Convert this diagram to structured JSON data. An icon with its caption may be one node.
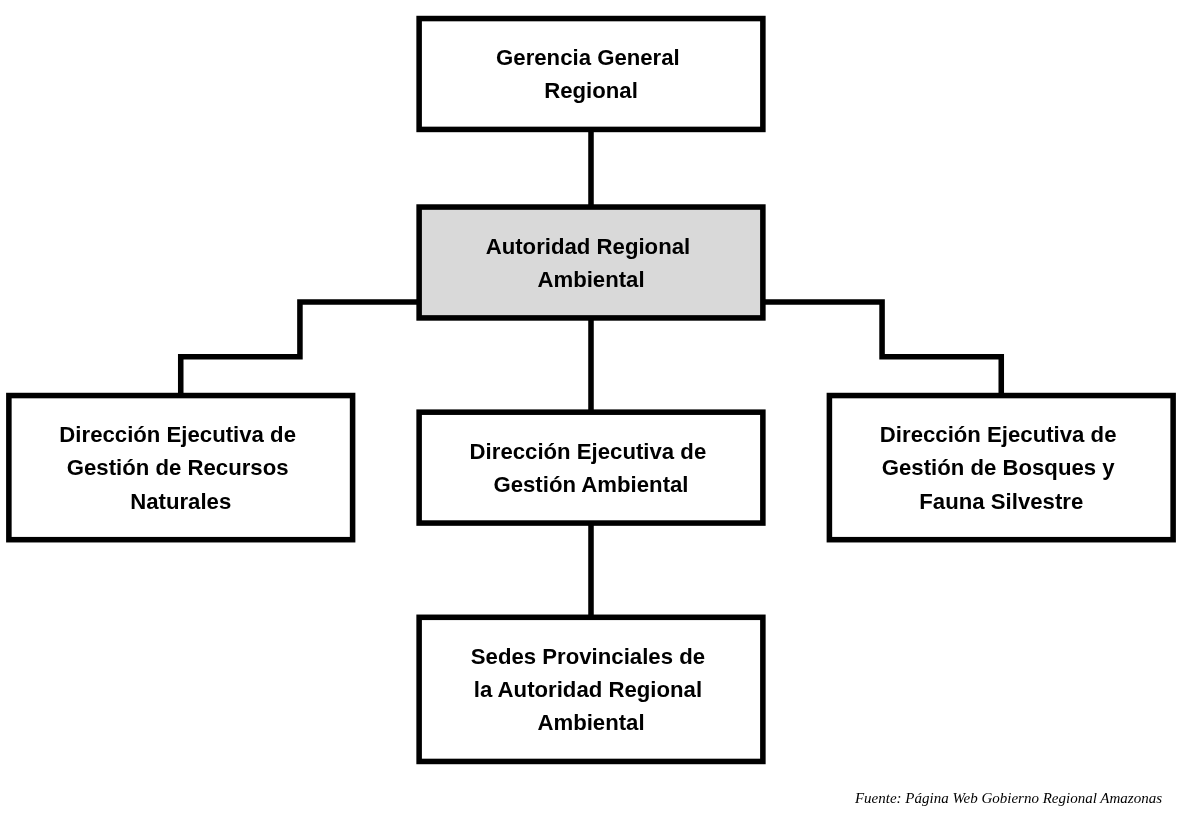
{
  "diagram": {
    "caption": "Fuente: Página Web Gobierno Regional Amazonas",
    "nodes": [
      {
        "text": [
          "Gerencia General Regional"
        ]
      },
      {
        "text": [
          "Autoridad Regional Ambiental"
        ]
      },
      {
        "text": [
          "Dirección Ejecutiva de Gestión de Recursos Naturales"
        ]
      },
      {
        "text": [
          "Dirección Ejecutiva de Gestión Ambiental"
        ]
      },
      {
        "text": [
          "Dirección Ejecutiva de Gestión de Bosques y Fauna Silvestre"
        ]
      },
      {
        "text": [
          "Sedes Provinciales de la Autoridad Regional Ambiental"
        ]
      }
    ],
    "edges": [
      {
        "from": 0,
        "to": 1,
        "arrow": "none"
      },
      {
        "from": 1,
        "to": 2,
        "arrow": "none"
      },
      {
        "from": 1,
        "to": 3,
        "arrow": "none"
      },
      {
        "from": 1,
        "to": 4,
        "arrow": "none"
      },
      {
        "from": 3,
        "to": 5,
        "arrow": "none"
      }
    ]
  }
}
